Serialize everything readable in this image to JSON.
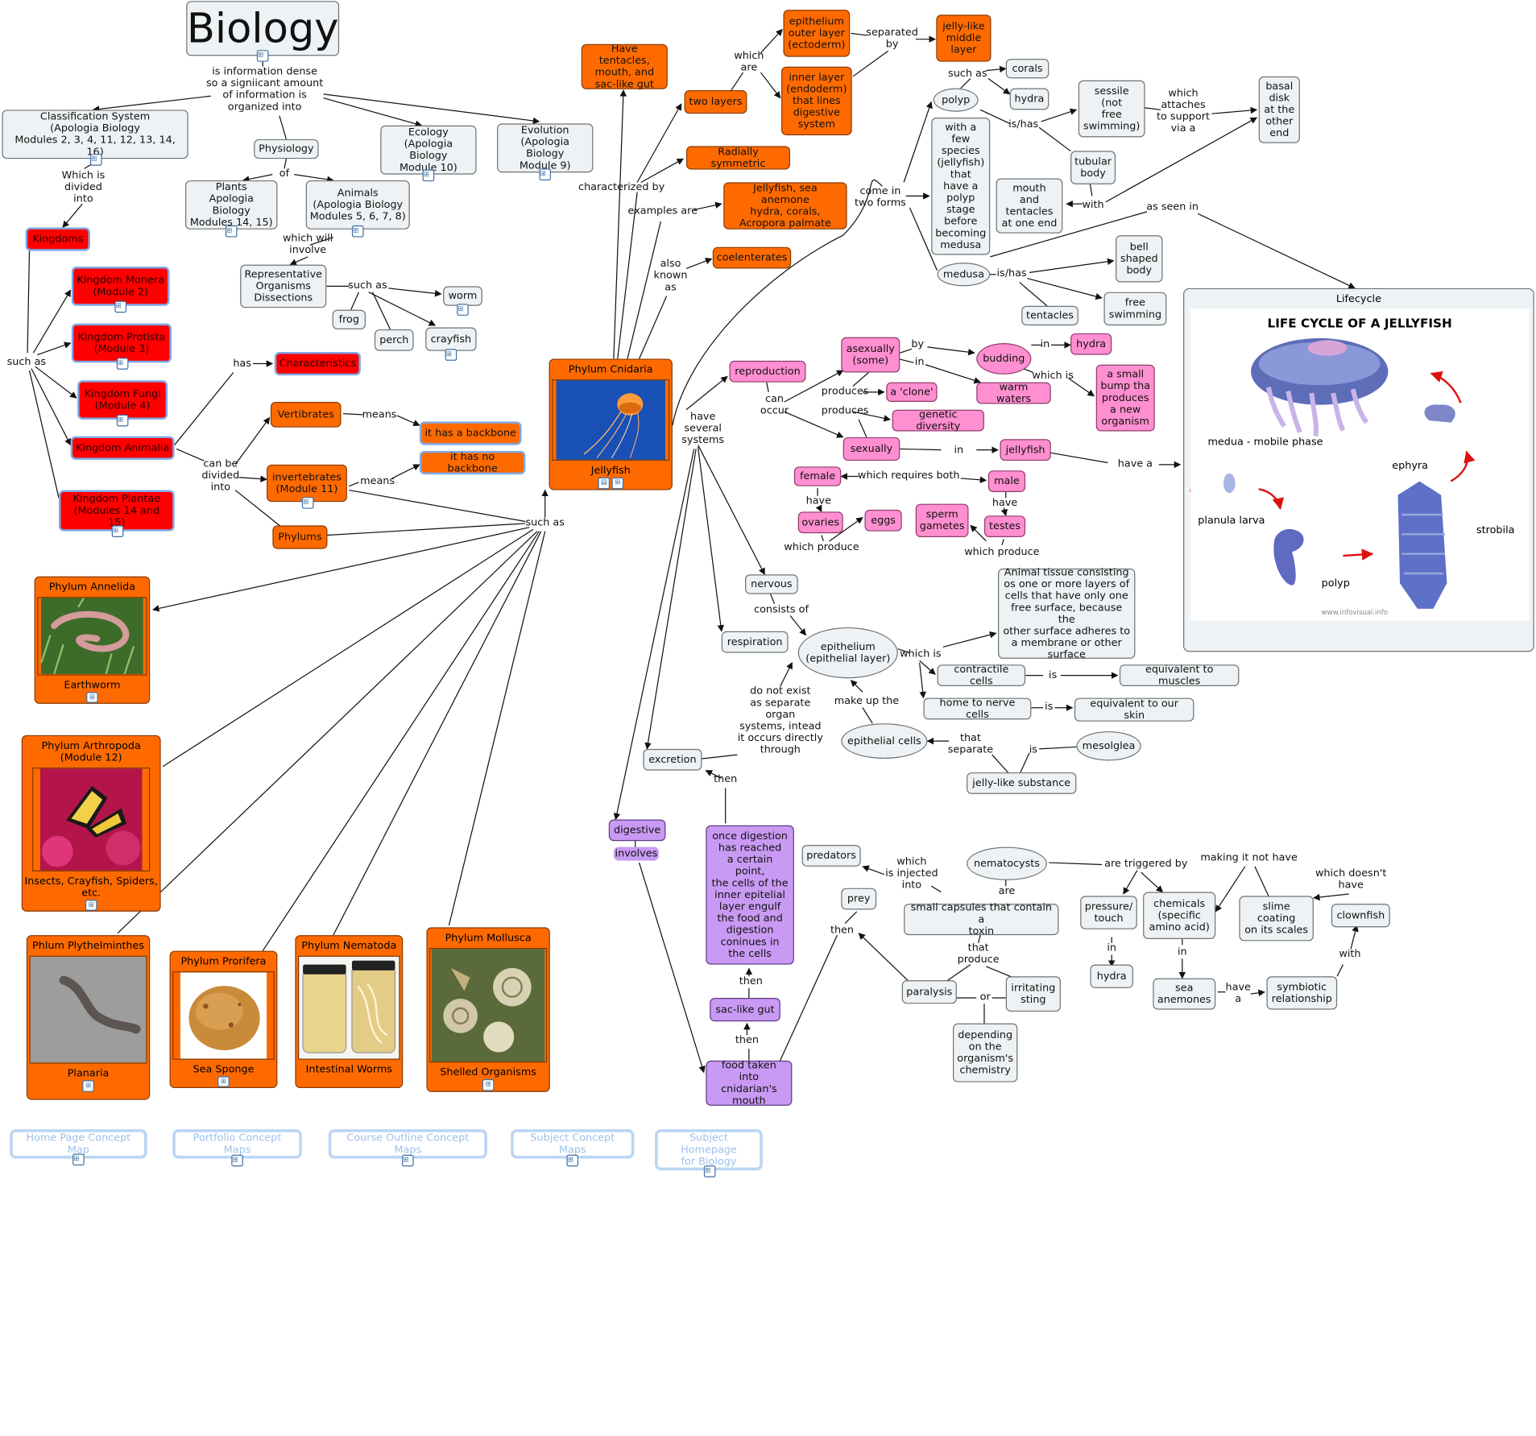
{
  "title": "Biology",
  "links": {
    "intro": "is information dense\nso a signiicant amount\nof information is\norganized into",
    "of": "of",
    "divided_into": "Which is\ndivided\ninto",
    "such_as_kingdoms": "such as",
    "which_will_involve": "which will\ninvolve",
    "such_as_organisms": "such as",
    "has": "has",
    "can_be_divided": "can be\ndivided\ninto",
    "means1": "means",
    "means2": "means",
    "such_as_phylums": "such as",
    "characterized_by": "characterized by",
    "examples_are": "examples are",
    "also_known_as": "also\nknown\nas",
    "which_are": "which\nare",
    "separated_by": "separated\nby",
    "come_in_two_forms": "come in\ntwo forms",
    "such_as_polyp": "such as",
    "is_has_polyp": "is/has",
    "which_attaches": "which\nattaches\nto support\nvia a",
    "with": "with",
    "as_seen_in": "as seen in",
    "is_has_medusa": "is/has",
    "have_several_systems": "have\nseveral\nsystems",
    "can_occur": "can\noccur",
    "by": "by",
    "in_asex": "in",
    "in_budding": "in",
    "produces_asex": "produces",
    "which_is": "which is",
    "produces_sex": "produces",
    "in_sex": "in",
    "have_a": "have a",
    "which_requires_both": "which requires both",
    "have_female": "have",
    "have_male": "have",
    "which_produce_f": "which produce",
    "which_produce_m": "which produce",
    "consists_of": "consists of",
    "which_is_epi": "which is",
    "is_contractile": "is",
    "is_nerve": "is",
    "make_up_the": "make up the",
    "that_separate": "that\nseparate",
    "is_mesoglea": "is",
    "do_not_exist": "do not exist\nas separate\norgan\nsystems, intead\nit occurs directly\nthrough",
    "then1": "then",
    "involves": "involves",
    "then2": "then",
    "then3": "then",
    "which_injected": "which\nis injected\ninto",
    "then_prey": "then",
    "are_triggered_by": "are triggered by",
    "are": "are",
    "making_it_not_have": "making it not have",
    "which_doesnt_have": "which doesn't\nhave",
    "that_produce": "that\nproduce",
    "or": "or",
    "in_pressure": "in",
    "in_chem": "in",
    "have_a_anem": "have\na",
    "with_clown": "with"
  },
  "nodes": {
    "classification": "Classification System\n(Apologia Biology\nModules 2, 3, 4, 11, 12, 13, 14, 16)",
    "physiology": "Physiology",
    "ecology": "Ecology\n(Apologia Biology\nModule 10)",
    "evolution": "Evolution\n(Apologia Biology\nModule 9)",
    "plants": "Plants\nApologia Biology\nModules 14, 15)",
    "animals": "Animals\n(Apologia Biology\nModules 5, 6, 7, 8)",
    "kingdoms": "Kingdoms",
    "monera": "Kingdom Monera\n(Module 2)",
    "protista": "Kingdom Protista\n(Module 3)",
    "fungi": "Kingdom Fungi\n(Module 4)",
    "animalia": "Kingdom Animalia",
    "plantae": "Kingdom Plantae\n(Modules 14 and 15)",
    "rep_organisms": "Representative\nOrganisms\nDissections",
    "worm": "worm",
    "frog": "frog",
    "perch": "perch",
    "crayfish": "crayfish",
    "characteristics": "Characteristics",
    "vertibrates": "Vertibrates",
    "invertebrates": "invertebrates\n(Module 11)",
    "phylums": "Phylums",
    "backbone": "it has a backbone",
    "no_backbone": "it has no backbone",
    "tentacles_gut": "Have tentacles,\nmouth, and\nsac-like gut",
    "two_layers": "two layers",
    "radially": "Radially symmetric",
    "jelly_examples": "Jellyfish, sea anemone\nhydra, corals,\nAcropora palmate",
    "coelenterates": "coelenterates",
    "epithelium_outer": "epithelium\nouter layer\n(ectoderm)",
    "inner_layer": "inner layer\n(endoderm)\nthat lines\ndigestive\nsystem",
    "jelly_middle": "jelly-like\nmiddle\nlayer",
    "polyp": "polyp",
    "corals": "corals",
    "hydra_top": "hydra",
    "sessile": "sessile\n(not\nfree\nswimming)",
    "basal_disk": "basal\ndisk\nat the\nother\nend",
    "tubular": "tubular\nbody",
    "mouth_tentacles": "mouth\nand\ntentacles\nat one end",
    "few_species": "with a\nfew\nspecies\n(jellyfish)\nthat\nhave a\npolyp\nstage\nbefore\nbecoming\nmedusa",
    "medusa": "medusa",
    "bell": "bell\nshaped\nbody",
    "free_swimming": "free\nswimming",
    "tentacles": "tentacles",
    "reproduction": "reproduction",
    "asexually": "asexually\n(some)",
    "a_clone": "a 'clone'",
    "budding": "budding",
    "hydra_pink": "hydra",
    "warm_waters": "warm waters",
    "small_bump": "a small\nbump tha\nproduces\na new\norganism",
    "genetic": "genetic diversity",
    "sexually": "sexually",
    "jellyfish_pink": "jellyfish",
    "female": "female",
    "male": "male",
    "ovaries": "ovaries",
    "eggs": "eggs",
    "sperm": "sperm\ngametes",
    "testes": "testes",
    "nervous": "nervous",
    "respiration": "respiration",
    "epithelium": "epithelium\n(epithelial layer)",
    "animal_tissue": "Animal tissue consisting\nos one or more layers of\ncells that have only one\nfree surface, because the\nother surface adheres to\na membrane or other\nsurface",
    "contractile": "contractile cells",
    "equiv_muscles": "equivalent to muscles",
    "home_nerve": "home to nerve cells",
    "equiv_skin": "equivalent to our skin",
    "epithelial_cells": "epithelial cells",
    "mesolglea": "mesolglea",
    "jelly_substance": "jelly-like substance",
    "excretion": "excretion",
    "digestive": "digestive",
    "once_digestion": "once digestion\nhas reached\na certain\npoint,\nthe cells of the\ninner epitelial\nlayer engulf\nthe food and\ndigestion\nconinues in\nthe cells",
    "sac_gut": "sac-like gut",
    "food_taken": "food taken\ninto cnidarian's\nmouth",
    "predators": "predators",
    "prey": "prey",
    "nematocysts": "nematocysts",
    "small_capsules": "small capsules that contain a\ntoxin",
    "paralysis": "paralysis",
    "irritating": "irritating\nsting",
    "depending": "depending\non the\norganism's\nchemistry",
    "pressure": "pressure/\ntouch",
    "chemicals": "chemicals\n(specific\namino acid)",
    "slime": "slime\ncoating\non its scales",
    "clownfish": "clownfish",
    "hydra_bottom": "hydra",
    "sea_anemones": "sea\nanemones",
    "symbiotic": "symbiotic\nrelationship"
  },
  "cards": {
    "cnidaria": {
      "title": "Phylum Cnidaria",
      "caption": "Jellyfish"
    },
    "annelida": {
      "title": "Phylum Annelida",
      "caption": "Earthworm"
    },
    "arthropoda": {
      "title": "Phylum Arthropoda\n(Module 12)",
      "caption": "Insects, Crayfish, Spiders,\netc."
    },
    "plythelminthes": {
      "title": "Phlum Plythelminthes",
      "caption": "Planaria"
    },
    "prorifera": {
      "title": "Phylum Prorifera",
      "caption": "Sea Sponge"
    },
    "nematoda": {
      "title": "Phylum Nematoda",
      "caption": "Intestinal Worms"
    },
    "mollusca": {
      "title": "Phylum Mollusca",
      "caption": "Shelled Organisms"
    }
  },
  "lifecycle": {
    "label": "Lifecycle",
    "heading": "LIFE CYCLE OF A JELLYFISH",
    "medua": "medua - mobile phase",
    "ephyra": "ephyra",
    "planula": "planula larva",
    "strobila": "strobila",
    "polyp": "polyp",
    "credit": "www.infovisual.info"
  },
  "nav": {
    "home": "Home Page Concept Map",
    "portfolio": "Portfolio Concept Maps",
    "course": "Course Outline Concept Maps",
    "subject": "Subject Concept Maps",
    "subject_home": "Subject Homepage\nfor Biology"
  },
  "colors": {
    "orange": "#ff6a00",
    "red": "#ff0000",
    "pink": "#ff8fd0",
    "purple": "#c99af3",
    "grey": "#eef2f4",
    "nav_border": "#bcd6f3"
  }
}
